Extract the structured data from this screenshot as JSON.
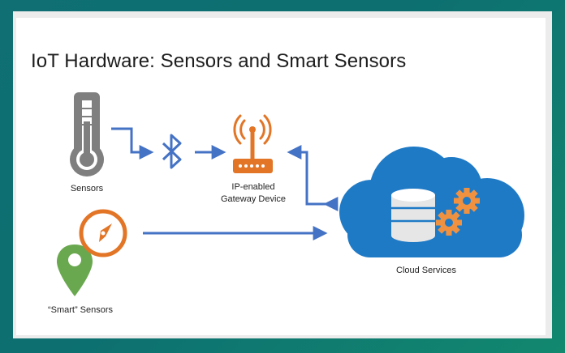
{
  "slide": {
    "title": "IoT Hardware: Sensors and Smart Sensors"
  },
  "nodes": {
    "sensors": {
      "label": "Sensors",
      "icon": "thermometer-icon"
    },
    "bluetooth": {
      "icon": "bluetooth-icon"
    },
    "gateway": {
      "label_line1": "IP-enabled",
      "label_line2": "Gateway Device",
      "icon": "router-icon"
    },
    "smart_sensors": {
      "label": "“Smart” Sensors",
      "icon": "location-compass-icon"
    },
    "cloud": {
      "label": "Cloud Services",
      "icon": "cloud-database-gears-icon"
    }
  },
  "colors": {
    "arrow": "#4472c4",
    "orange": "#e27526",
    "gray": "#7f7f7f",
    "green": "#6aa84f",
    "cloud": "#1f7ac6"
  }
}
